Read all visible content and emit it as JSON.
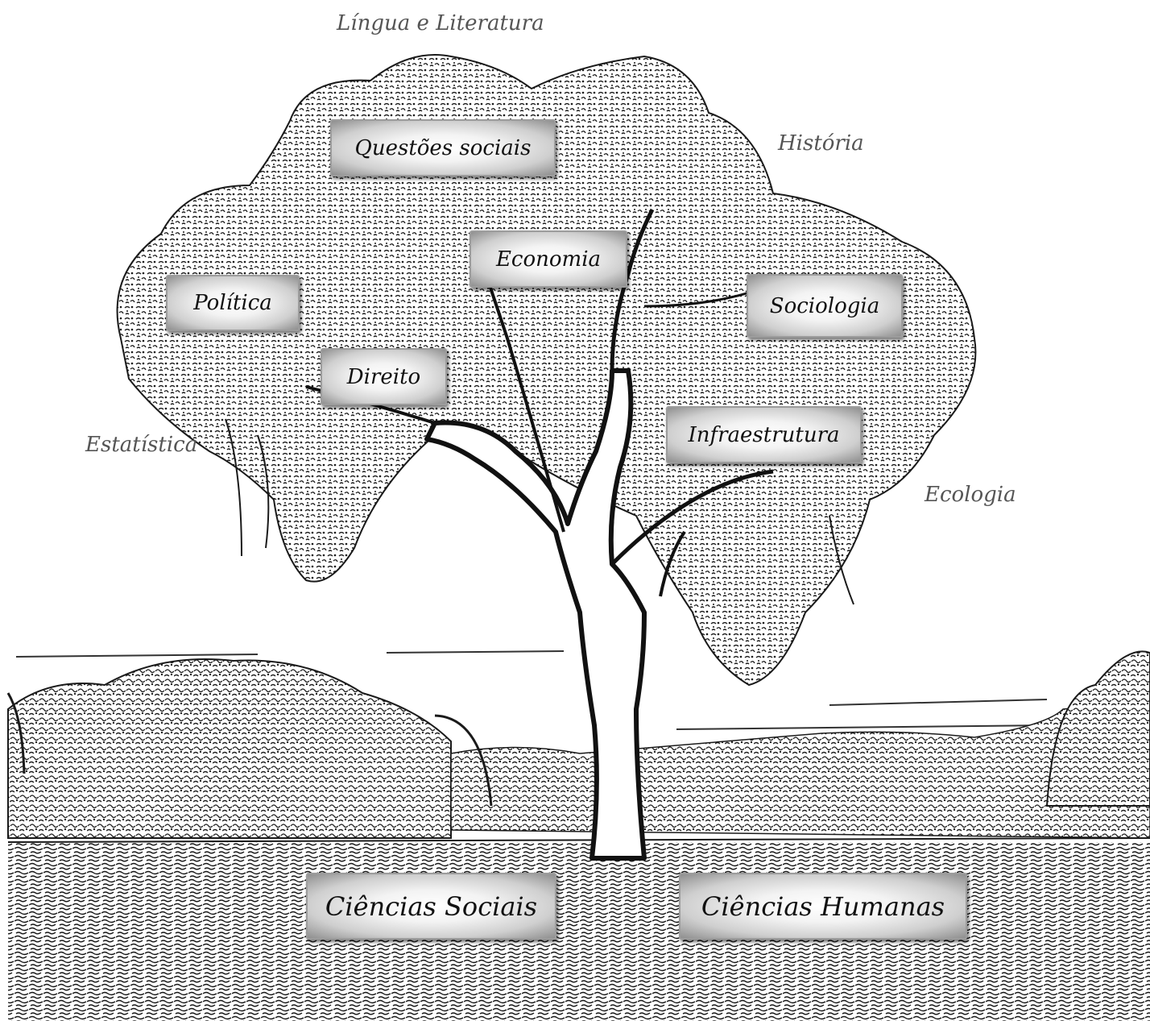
{
  "boxes": {
    "questoes_sociais": "Questões sociais",
    "economia": "Economia",
    "politica": "Política",
    "sociologia": "Sociologia",
    "direito": "Direito",
    "infraestrutura": "Infraestrutura",
    "ciencias_sociais": "Ciências Sociais",
    "ciencias_humanas": "Ciências Humanas"
  },
  "floating_labels": {
    "lingua_literatura": "Língua e Literatura",
    "historia": "História",
    "estatistica": "Estatística",
    "ecologia": "Ecologia"
  },
  "colors": {
    "box_border": "#9c9c9c",
    "box_text": "#111111",
    "floating_text": "#555555",
    "ink": "#1a1a1a"
  }
}
